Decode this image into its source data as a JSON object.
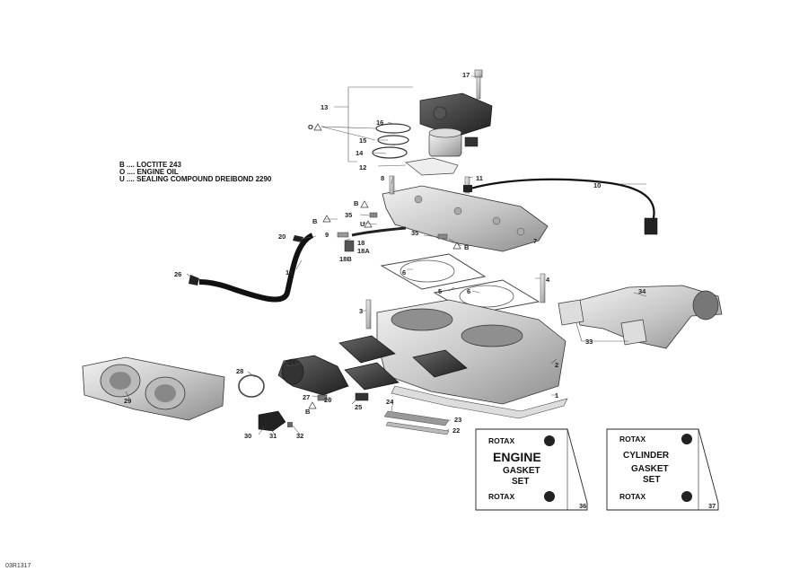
{
  "legend": [
    "B .... LOCTITE 243",
    "O .... ENGINE OIL",
    "U .... SEALING COMPOUND DREIBOND 2290"
  ],
  "reference": "03R1317",
  "callouts": {
    "c17": "17",
    "c13": "13",
    "c16": "16",
    "c15": "15",
    "c14": "14",
    "c12": "12",
    "cO": "O",
    "c8": "8",
    "c11": "11",
    "c10": "10",
    "cB1": "B",
    "c35a": "35",
    "cU": "U",
    "cB2": "B",
    "c9": "9",
    "c20": "20",
    "c18": "18",
    "c18A": "18A",
    "c18B": "18B",
    "c35b": "35",
    "cB3": "B",
    "c7": "7",
    "c26a": "26",
    "c19": "19",
    "c6a": "6",
    "c5": "5",
    "c6b": "6",
    "c4": "4",
    "c34": "34",
    "c3": "3",
    "c33": "33",
    "c2": "2",
    "c1": "1",
    "c21": "21",
    "c28": "28",
    "c27": "27",
    "c26b": "26",
    "c25": "25",
    "cB4": "B",
    "c24": "24",
    "c23": "23",
    "c22": "22",
    "c29": "29",
    "c30": "30",
    "c31": "31",
    "c32": "32",
    "c36": "36",
    "c37": "37"
  },
  "kits": {
    "engine": {
      "brand_top": "ROTAX",
      "line1": "ENGINE",
      "line2": "GASKET",
      "line3": "SET",
      "brand_bottom": "ROTAX"
    },
    "cylinder": {
      "brand_top": "ROTAX",
      "line1": "CYLINDER",
      "line2": "GASKET",
      "line3": "SET",
      "brand_bottom": "ROTAX"
    }
  }
}
